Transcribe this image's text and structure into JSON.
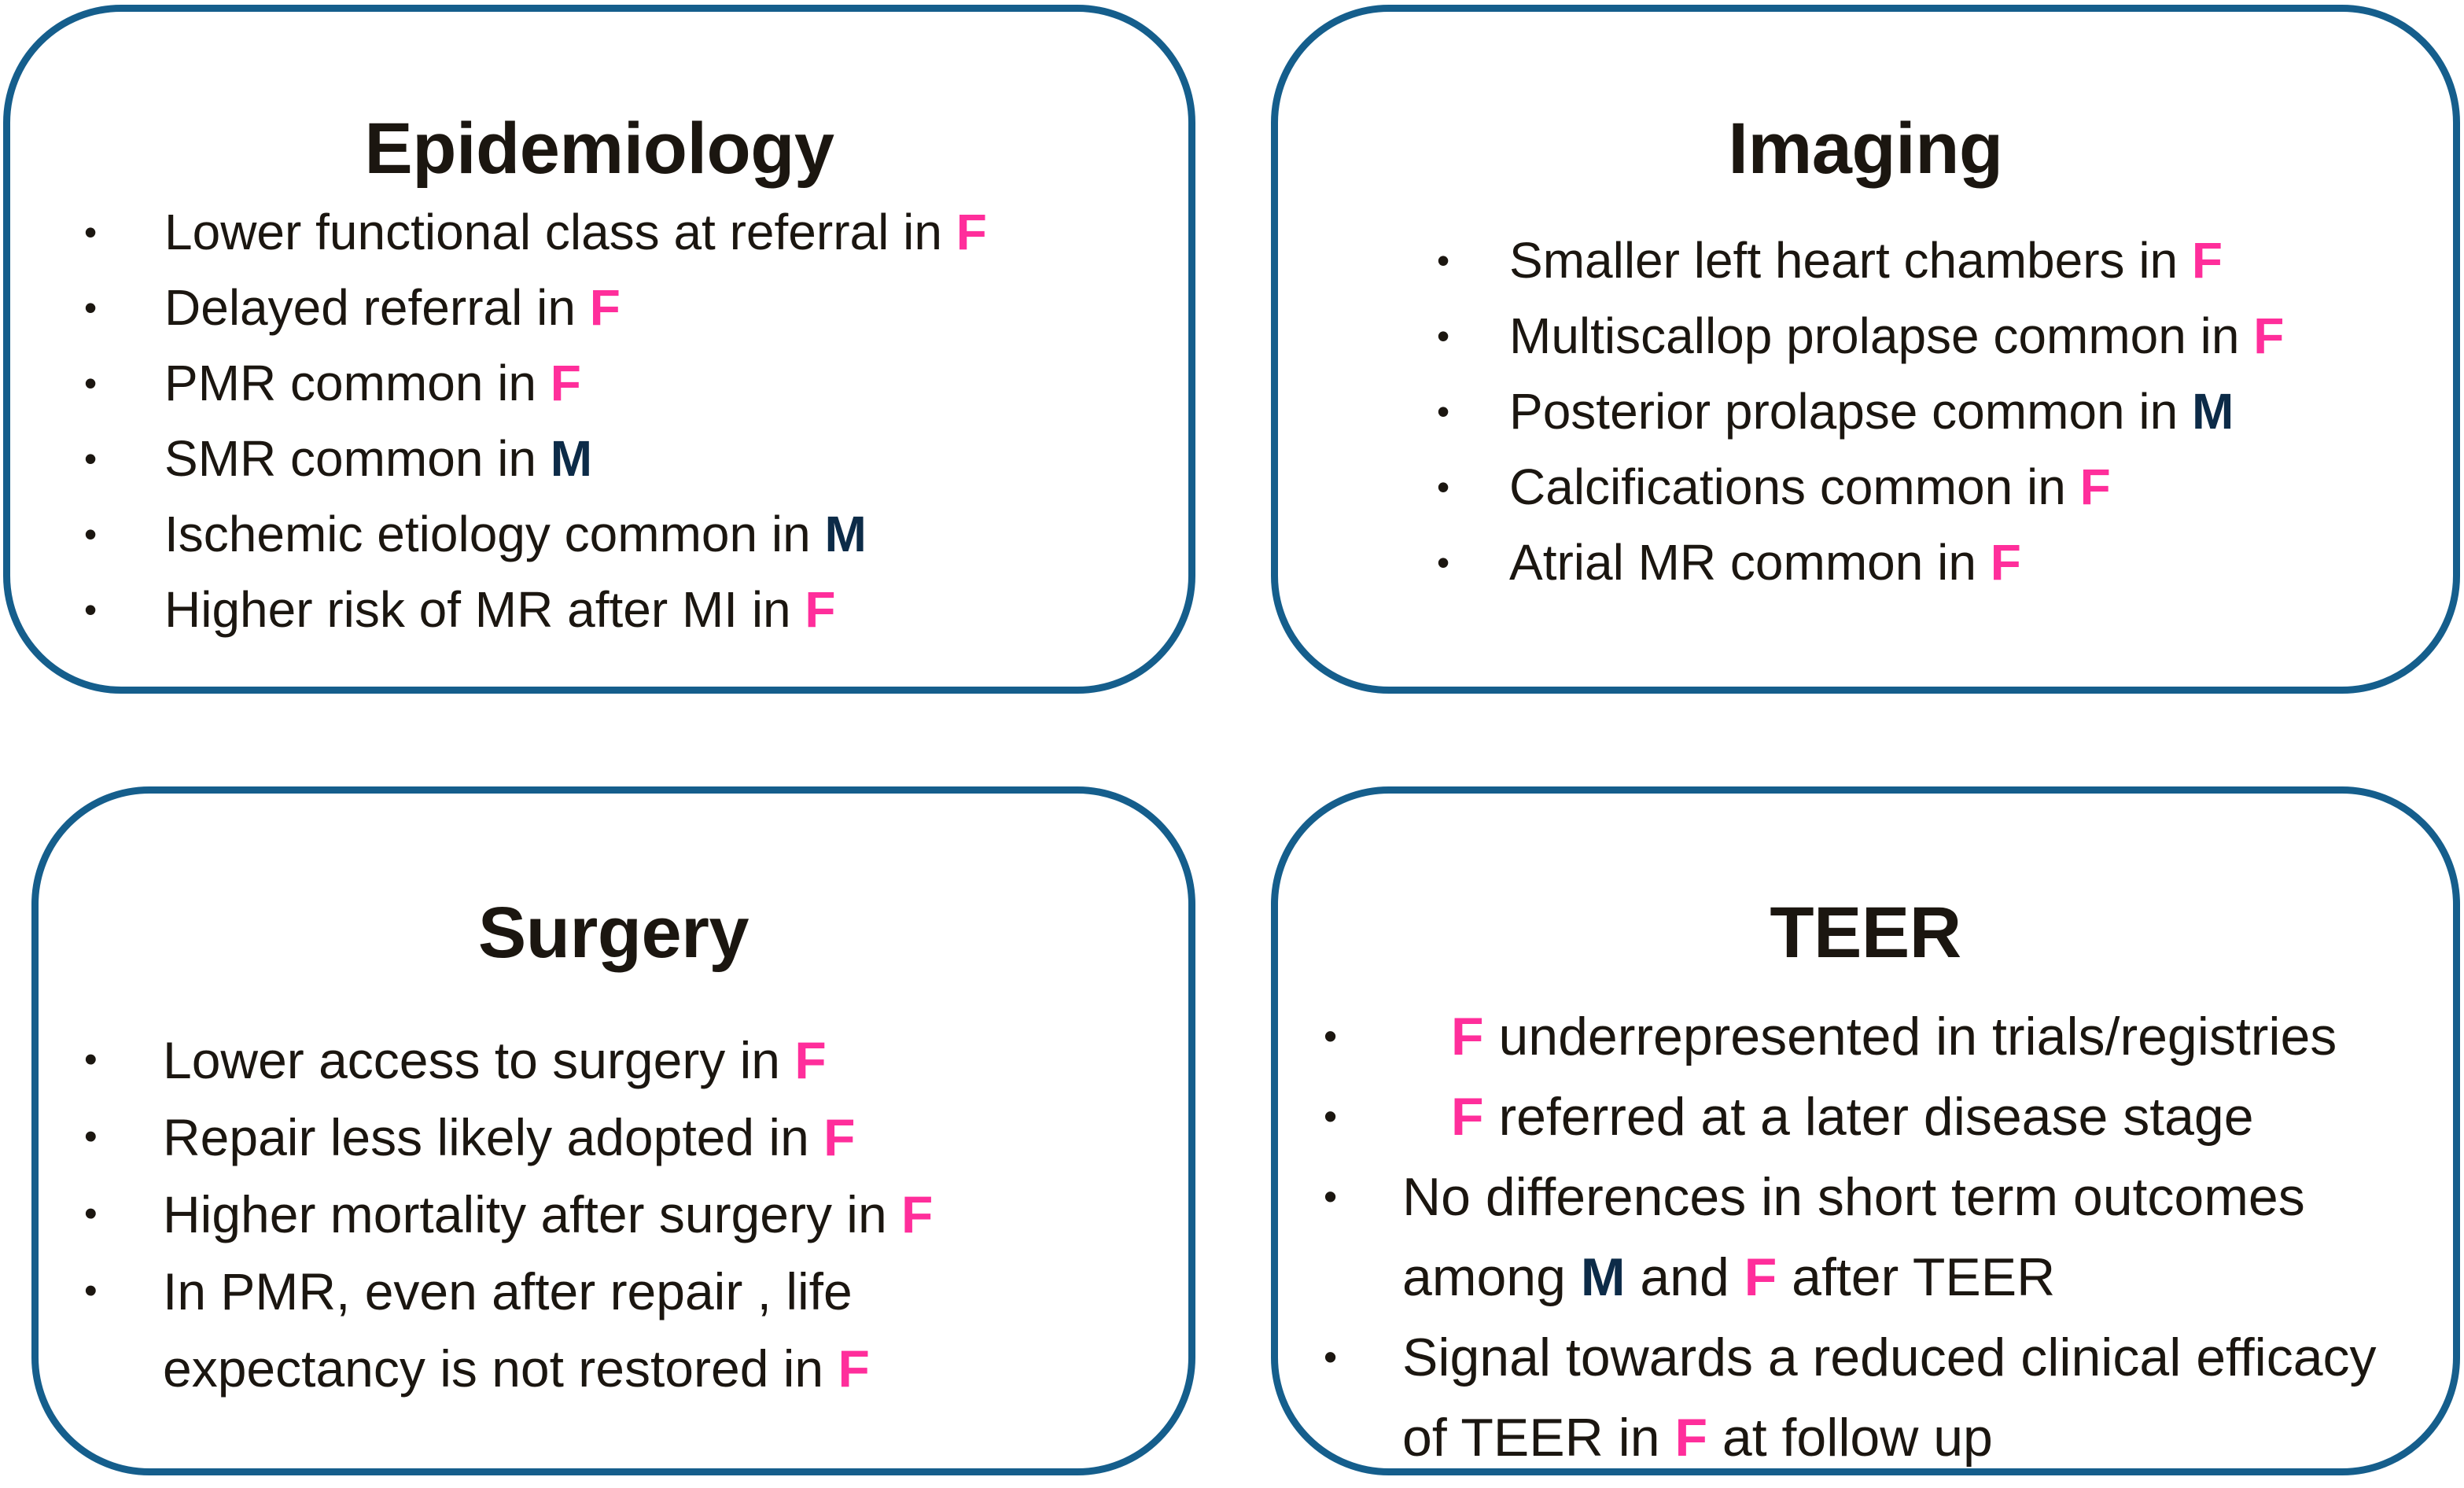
{
  "theme": {
    "border_color": "#155E8C",
    "text_color": "#1B1610",
    "female_color": "#FF2E9B",
    "male_color": "#0C2B48",
    "background": "#ffffff"
  },
  "legend": {
    "female_symbol": "F",
    "male_symbol": "M"
  },
  "panels": [
    {
      "id": "epidemiology",
      "title": "Epidemiology",
      "bullets": [
        [
          {
            "t": "Lower functional class  at referral in ",
            "k": "plain"
          },
          {
            "t": "F",
            "k": "f"
          }
        ],
        [
          {
            "t": "Delayed referral in ",
            "k": "plain"
          },
          {
            "t": "F",
            "k": "f"
          }
        ],
        [
          {
            "t": "PMR common in ",
            "k": "plain"
          },
          {
            "t": "F",
            "k": "f"
          }
        ],
        [
          {
            "t": "SMR common in ",
            "k": "plain"
          },
          {
            "t": "M",
            "k": "m"
          }
        ],
        [
          {
            "t": "Ischemic etiology common in ",
            "k": "plain"
          },
          {
            "t": "M",
            "k": "m"
          }
        ],
        [
          {
            "t": "Higher risk of MR after MI in ",
            "k": "plain"
          },
          {
            "t": "F",
            "k": "f"
          }
        ]
      ]
    },
    {
      "id": "imaging",
      "title": "Imaging",
      "bullets": [
        [
          {
            "t": "Smaller left  heart chambers in ",
            "k": "plain"
          },
          {
            "t": "F",
            "k": "f"
          }
        ],
        [
          {
            "t": "Multiscallop prolapse common in ",
            "k": "plain"
          },
          {
            "t": "F",
            "k": "f"
          }
        ],
        [
          {
            "t": "Posterior prolapse common in ",
            "k": "plain"
          },
          {
            "t": "M",
            "k": "m"
          }
        ],
        [
          {
            "t": "Calcifications common in ",
            "k": "plain"
          },
          {
            "t": "F",
            "k": "f"
          }
        ],
        [
          {
            "t": "Atrial MR common in ",
            "k": "plain"
          },
          {
            "t": "F",
            "k": "f"
          }
        ]
      ]
    },
    {
      "id": "surgery",
      "title": "Surgery",
      "bullets": [
        [
          {
            "t": "Lower access to surgery in ",
            "k": "plain"
          },
          {
            "t": "F",
            "k": "f"
          }
        ],
        [
          {
            "t": "Repair less likely adopted in ",
            "k": "plain"
          },
          {
            "t": "F",
            "k": "f"
          }
        ],
        [
          {
            "t": "Higher mortality after surgery in ",
            "k": "plain"
          },
          {
            "t": "F",
            "k": "f"
          }
        ],
        [
          {
            "t": "In PMR, even after repair , life expectancy is not restored in ",
            "k": "plain"
          },
          {
            "t": "F",
            "k": "f"
          }
        ]
      ]
    },
    {
      "id": "teer",
      "title": "TEER",
      "bullets": [
        [
          {
            "t": "F",
            "k": "f"
          },
          {
            "t": " underrepresented in trials/registries",
            "k": "plain"
          }
        ],
        [
          {
            "t": "F",
            "k": "f"
          },
          {
            "t": " referred at a later disease stage",
            "k": "plain"
          }
        ],
        [
          {
            "t": "No differences in short term outcomes among ",
            "k": "plain"
          },
          {
            "t": "M",
            "k": "m"
          },
          {
            "t": " and ",
            "k": "plain"
          },
          {
            "t": "F",
            "k": "f"
          },
          {
            "t": " after TEER",
            "k": "plain"
          }
        ],
        [
          {
            "t": "Signal towards a reduced  clinical efficacy  of TEER in ",
            "k": "plain"
          },
          {
            "t": "F",
            "k": "f"
          },
          {
            "t": " at follow up",
            "k": "plain"
          }
        ]
      ]
    }
  ]
}
